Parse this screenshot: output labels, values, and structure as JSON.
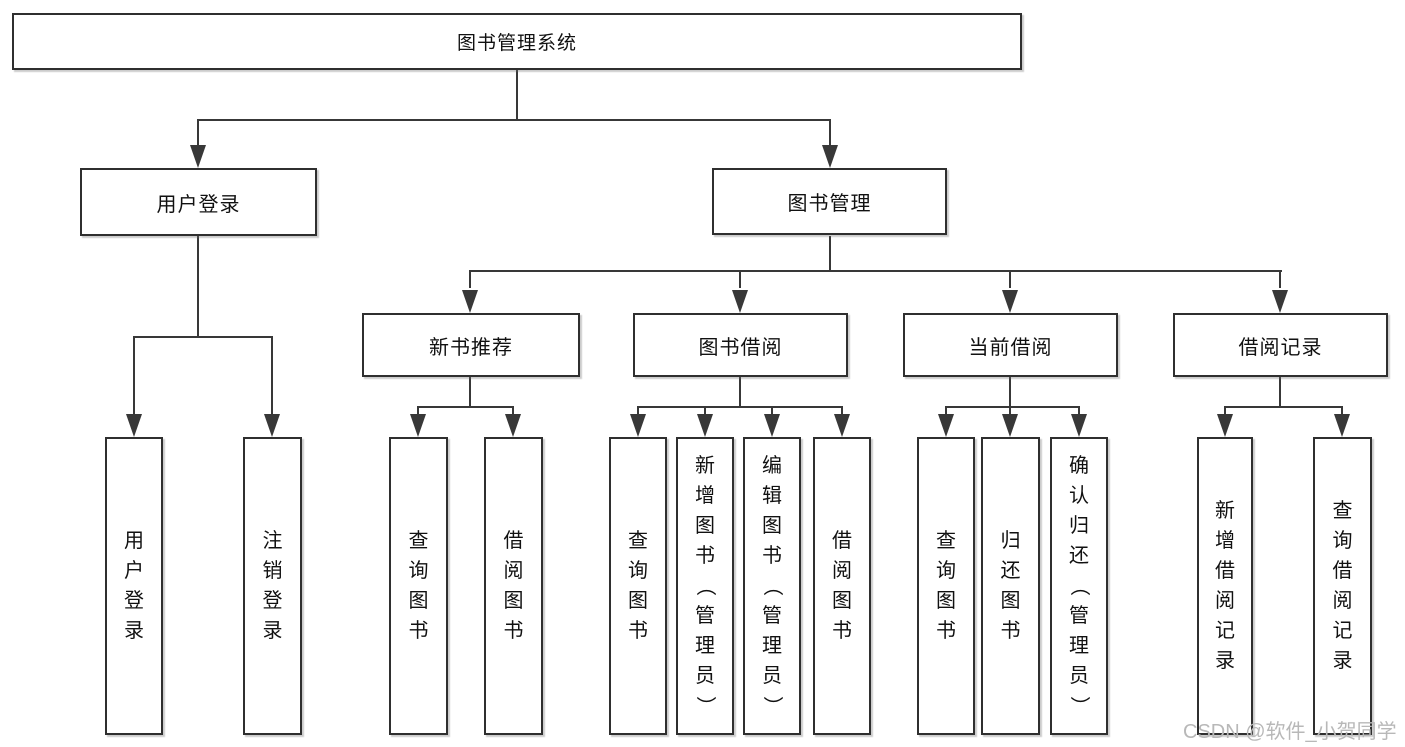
{
  "tree": {
    "label": "图书管理系统",
    "children": [
      {
        "label": "用户登录",
        "children": [
          {
            "label": "用户登录"
          },
          {
            "label": "注销登录"
          }
        ]
      },
      {
        "label": "图书管理",
        "children": [
          {
            "label": "新书推荐",
            "children": [
              {
                "label": "查询图书"
              },
              {
                "label": "借阅图书"
              }
            ]
          },
          {
            "label": "图书借阅",
            "children": [
              {
                "label": "查询图书"
              },
              {
                "label": "新增图书（管理员）"
              },
              {
                "label": "编辑图书（管理员）"
              },
              {
                "label": "借阅图书"
              }
            ]
          },
          {
            "label": "当前借阅",
            "children": [
              {
                "label": "查询图书"
              },
              {
                "label": "归还图书"
              },
              {
                "label": "确认归还（管理员）"
              }
            ]
          },
          {
            "label": "借阅记录",
            "children": [
              {
                "label": "新增借阅记录"
              },
              {
                "label": "查询借阅记录"
              }
            ]
          }
        ]
      }
    ]
  },
  "watermark": "CSDN @软件_小贺同学",
  "colors": {
    "line": "#383838",
    "node_border": "#2f2f2f",
    "node_fill": "#ffffff",
    "text": "#111111",
    "watermark": "#b8b8b8",
    "background": "#ffffff"
  }
}
